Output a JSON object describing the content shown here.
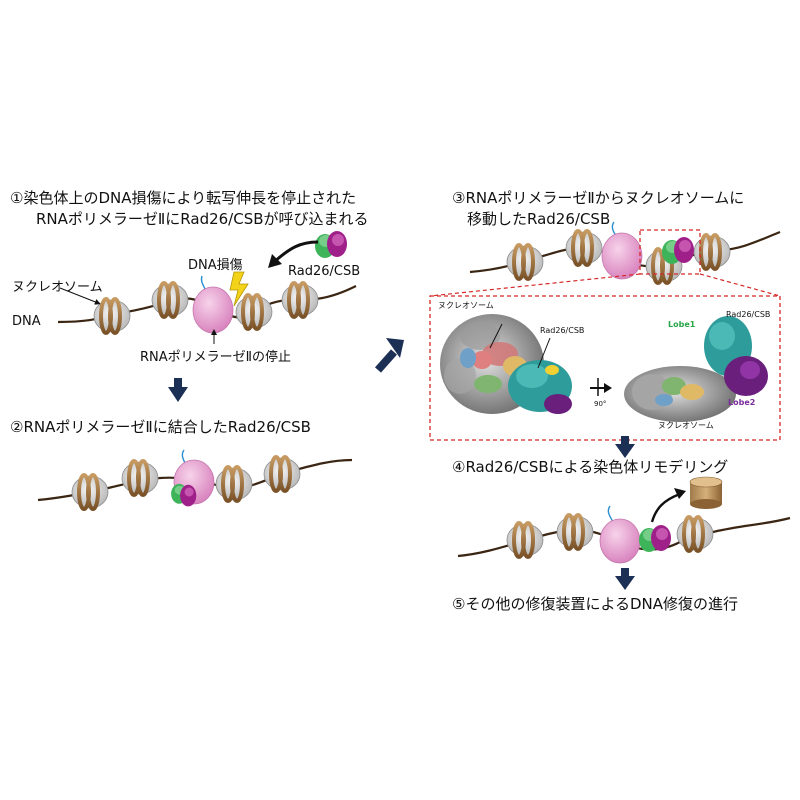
{
  "steps": {
    "s1_line1": "①染色体上のDNA損傷により転写伸長を停止された",
    "s1_line2": "RNAポリメラーゼⅡにRad26/CSBが呼び込まれる",
    "s2": "②RNAポリメラーゼⅡに結合したRad26/CSB",
    "s3_line1": "③RNAポリメラーゼⅡからヌクレオソームに",
    "s3_line2": "移動したRad26/CSB",
    "s4": "④Rad26/CSBによる染色体リモデリング",
    "s5": "⑤その他の修復装置によるDNA修復の進行"
  },
  "labels": {
    "nucleosome": "ヌクレオソーム",
    "dna": "DNA",
    "dna_damage": "DNA損傷",
    "rad26": "Rad26/CSB",
    "pol_stall": "RNAポリメラーゼⅡの停止"
  },
  "structure": {
    "nucleosome_left": "ヌクレオソーム",
    "rad26_left": "Rad26/CSB",
    "rotation": "90°",
    "lobe1": "Lobe1",
    "rad26_right": "Rad26/CSB",
    "lobe2": "Lobe2",
    "nucleosome_right": "ヌクレオソーム"
  },
  "colors": {
    "dna": "#3b2614",
    "nucleosome_wrap": "#a87b45",
    "histone": "#d4d4d4",
    "polymerase": "#e7a1cf",
    "rad26_green": "#3db35a",
    "rad26_magenta": "#a0208a",
    "arrow_navy": "#1c2f55",
    "lightning": "#f3d21a",
    "zoom_box": "#d62828",
    "lobe1_text": "#2aa64a",
    "lobe2_text": "#7a2c9c"
  }
}
